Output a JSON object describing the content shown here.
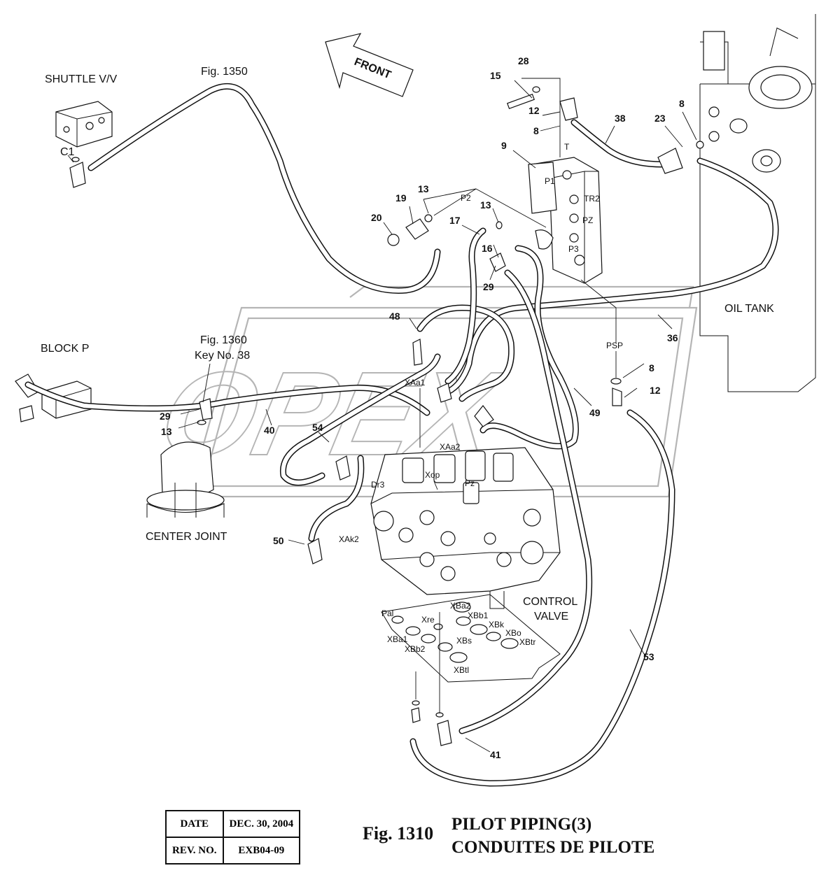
{
  "front_arrow": "FRONT",
  "callouts": {
    "shuttle_vv": "SHUTTLE V/V",
    "c1": "C1",
    "fig1350": "Fig. 1350",
    "block_p": "BLOCK P",
    "fig1360": "Fig. 1360",
    "key38": "Key No. 38",
    "center_joint": "CENTER JOINT",
    "oil_tank": "OIL TANK",
    "control_valve_1": "CONTROL",
    "control_valve_2": "VALVE",
    "psp": "PSP"
  },
  "ports": [
    "T",
    "P1",
    "TR2",
    "PZ",
    "P3",
    "P2",
    "XAa1",
    "XAa2",
    "Xop",
    "Pz",
    "Dr3",
    "XAk2",
    "XBa2",
    "XBb1",
    "XBk",
    "XBo",
    "XBtr",
    "XBs",
    "XBtl",
    "XBa1",
    "XBb2",
    "Xre",
    "Pal"
  ],
  "part_numbers": [
    "15",
    "28",
    "12",
    "8",
    "9",
    "38",
    "23",
    "8",
    "13",
    "19",
    "20",
    "13",
    "17",
    "16",
    "29",
    "48",
    "36",
    "8",
    "12",
    "49",
    "29",
    "13",
    "40",
    "54",
    "50",
    "53",
    "41"
  ],
  "title_block": {
    "date_label": "DATE",
    "date_value": "DEC. 30, 2004",
    "rev_label": "REV. NO.",
    "rev_value": "EXB04-09"
  },
  "figure": {
    "number": "Fig. 1310",
    "title_en": "PILOT PIPING(3)",
    "title_fr": "CONDUITES DE PILOTE"
  },
  "watermark": "OPEX"
}
